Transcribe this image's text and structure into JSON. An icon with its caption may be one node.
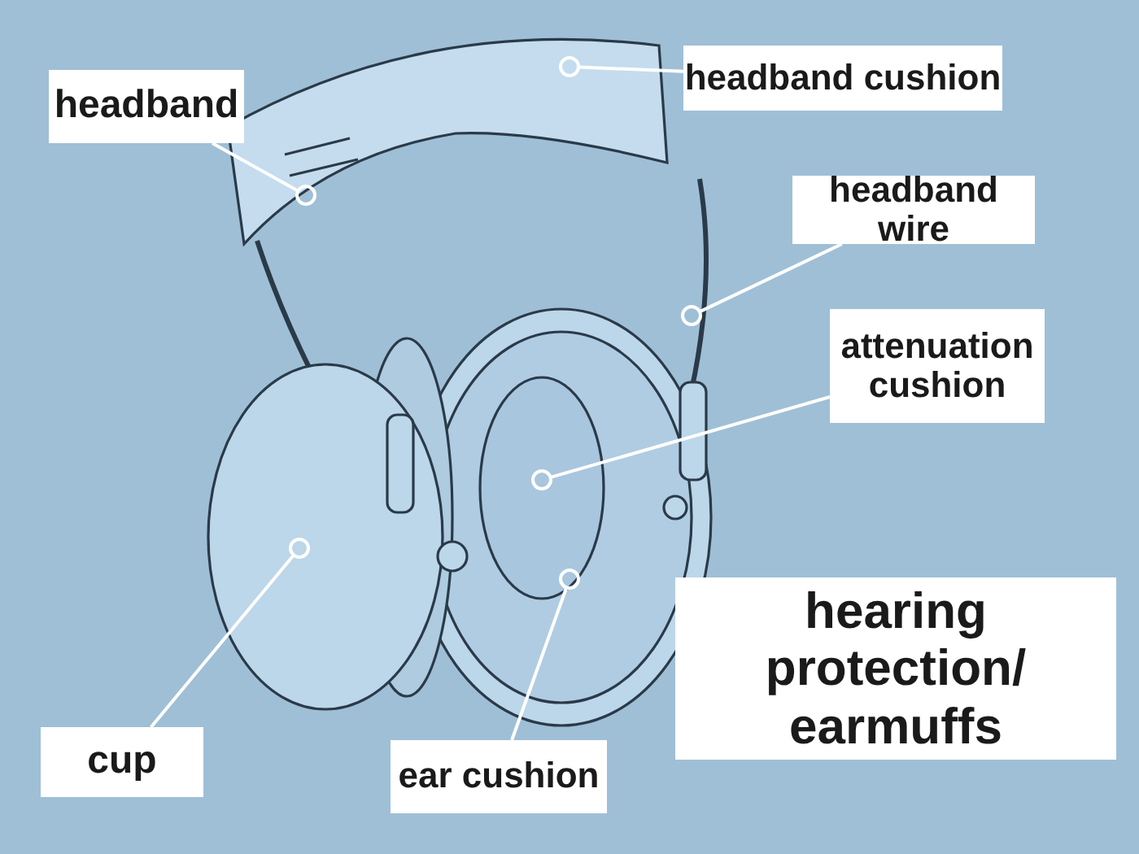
{
  "diagram": {
    "title": "hearing protection/ earmuffs",
    "nodes": [
      {
        "text": [
          "headband"
        ]
      },
      {
        "text": [],
        "shape": "circle"
      },
      {
        "text": [
          "headband cushion"
        ]
      },
      {
        "text": [],
        "shape": "circle"
      },
      {
        "text": [
          "headband wire"
        ]
      },
      {
        "text": [],
        "shape": "circle"
      },
      {
        "text": [
          "attenuation cushion"
        ]
      },
      {
        "text": [],
        "shape": "circle"
      },
      {
        "text": [
          "cup"
        ]
      },
      {
        "text": [],
        "shape": "circle"
      },
      {
        "text": [
          "ear cushion"
        ]
      },
      {
        "text": [],
        "shape": "circle"
      }
    ],
    "edges": [
      {
        "from": 0,
        "to": 1,
        "arrow": "none"
      },
      {
        "from": 2,
        "to": 3,
        "arrow": "none"
      },
      {
        "from": 4,
        "to": 5,
        "arrow": "none"
      },
      {
        "from": 6,
        "to": 7,
        "arrow": "none"
      },
      {
        "from": 8,
        "to": 9,
        "arrow": "none"
      },
      {
        "from": 10,
        "to": 11,
        "arrow": "none"
      }
    ]
  }
}
